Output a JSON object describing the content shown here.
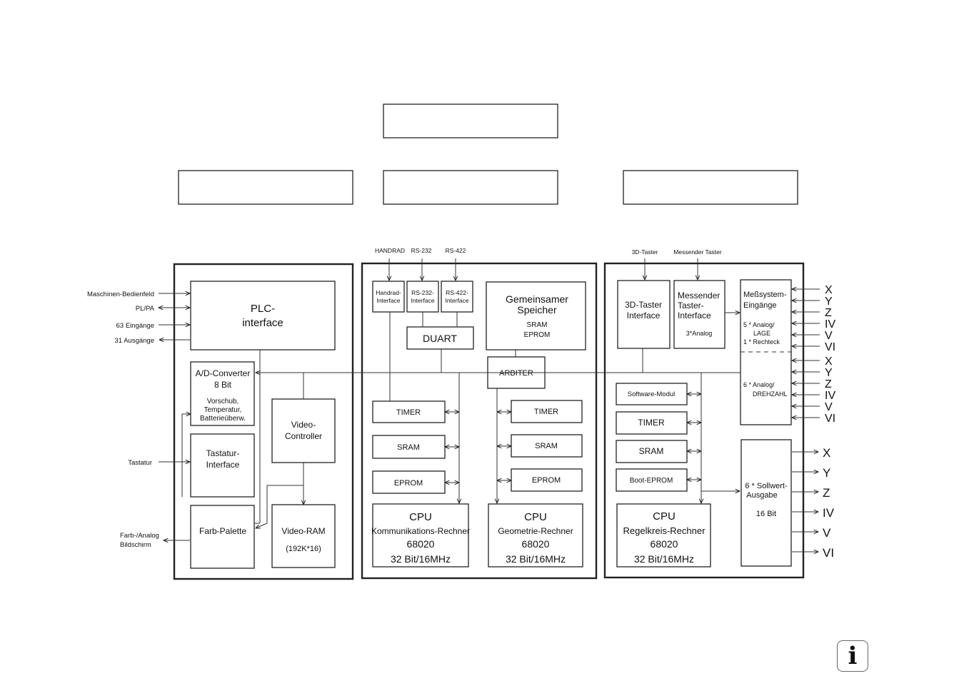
{
  "header_boxes": [
    "",
    "",
    "",
    ""
  ],
  "inputs_left": {
    "panel": "Maschinen-Bedienfeld",
    "plpa": "PL/PA",
    "in63": "63 Eingänge",
    "out31": "31 Ausgänge",
    "keyboard": "Tastatur",
    "screen1": "Farb-/Analog",
    "screen2": "Bildschirm"
  },
  "top_inputs": {
    "handrad": "HANDRAD",
    "rs232": "RS-232",
    "rs422": "RS-422"
  },
  "top_right_inputs": {
    "taster3d": "3D-Taster",
    "messender": "Messender Taster"
  },
  "left_block": {
    "plc": [
      "PLC-",
      "interface"
    ],
    "adc": [
      "A/D-Converter",
      "8 Bit",
      "Vorschub,",
      "Temperatur,",
      "Batterieüberw."
    ],
    "keyboard_if": [
      "Tastatur-",
      "Interface"
    ],
    "palette": "Farb-Palette",
    "video_ctrl": [
      "Video-",
      "Controller"
    ],
    "video_ram": [
      "Video-RAM",
      "(192K*16)"
    ]
  },
  "mid_block": {
    "handrad_if": [
      "Handrad-",
      "Interface"
    ],
    "rs232_if": [
      "RS-232-",
      "Interface"
    ],
    "rs422_if": [
      "RS-422-",
      "Interface"
    ],
    "duart": "DUART",
    "shared_mem": [
      "Gemeinsamer",
      "Speicher",
      "SRAM",
      "EPROM"
    ],
    "arbiter": "ARBITER",
    "timer": "TIMER",
    "sram": "SRAM",
    "eprom": "EPROM",
    "cpu1": [
      "CPU",
      "Kommunikations-Rechner",
      "68020",
      "32 Bit/16MHz"
    ],
    "cpu2": [
      "CPU",
      "Geometrie-Rechner",
      "68020",
      "32 Bit/16MHz"
    ]
  },
  "right_block": {
    "taster_if": [
      "3D-Taster",
      "Interface"
    ],
    "mess_if": [
      "Messender",
      "Taster-",
      "Interface",
      "3*Analog"
    ],
    "mess_sys": [
      "Meßsystem-",
      "Eingänge",
      "5 * Analog/",
      "LAGE",
      "1 * Rechteck",
      "6 * Analog/",
      "DREHZAHL"
    ],
    "software": "Software-Modul",
    "timer": "TIMER",
    "sram": "SRAM",
    "boot": "Boot-EPROM",
    "cpu3": [
      "CPU",
      "Regelkreis-Rechner",
      "68020",
      "32 Bit/16MHz"
    ],
    "sollwert": [
      "6 * Sollwert-",
      "Ausgabe",
      "16 Bit"
    ]
  },
  "axes_in_top": [
    "X",
    "Y",
    "Z",
    "IV",
    "V",
    "VI"
  ],
  "axes_in_bottom": [
    "X",
    "Y",
    "Z",
    "IV",
    "V",
    "VI"
  ],
  "axes_out": [
    "X",
    "Y",
    "Z",
    "IV",
    "V",
    "VI"
  ],
  "info_icon": "i"
}
